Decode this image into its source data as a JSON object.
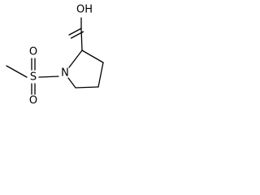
{
  "molecule": {
    "atoms": {
      "hydroxyl": "OH",
      "ring_nitrogen": "N",
      "sulfur": "S",
      "sulfonyl_oxygen_top": "O",
      "sulfonyl_oxygen_bottom": "O"
    }
  }
}
